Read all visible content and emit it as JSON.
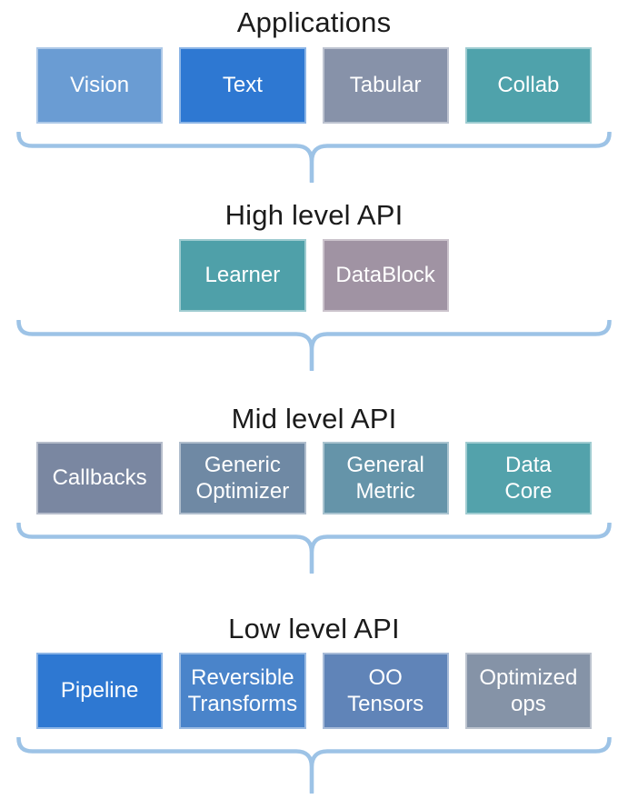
{
  "diagram": {
    "title_color": "#1B1B1B",
    "brace_color": "#9DC3E6",
    "sections": [
      {
        "title": "Applications",
        "boxes": [
          {
            "label": "Vision",
            "color": "#6A9CD3"
          },
          {
            "label": "Text",
            "color": "#2E78D2"
          },
          {
            "label": "Tabular",
            "color": "#8792A9"
          },
          {
            "label": "Collab",
            "color": "#4FA2AB"
          }
        ]
      },
      {
        "title": "High level API",
        "boxes": [
          {
            "label": "Learner",
            "color": "#4FA0A9"
          },
          {
            "label": "DataBlock",
            "color": "#A093A3"
          }
        ]
      },
      {
        "title": "Mid level API",
        "boxes": [
          {
            "label": "Callbacks",
            "color": "#7A87A1"
          },
          {
            "label": "Generic\nOptimizer",
            "color": "#6F89A4"
          },
          {
            "label": "General\nMetric",
            "color": "#6594A9"
          },
          {
            "label": "Data\nCore",
            "color": "#53A2AB"
          }
        ]
      },
      {
        "title": "Low level API",
        "boxes": [
          {
            "label": "Pipeline",
            "color": "#2E78D2"
          },
          {
            "label": "Reversible\nTransforms",
            "color": "#4A84CA"
          },
          {
            "label": "OO\nTensors",
            "color": "#6084B8"
          },
          {
            "label": "Optimized\nops",
            "color": "#8593A7"
          }
        ]
      }
    ]
  }
}
